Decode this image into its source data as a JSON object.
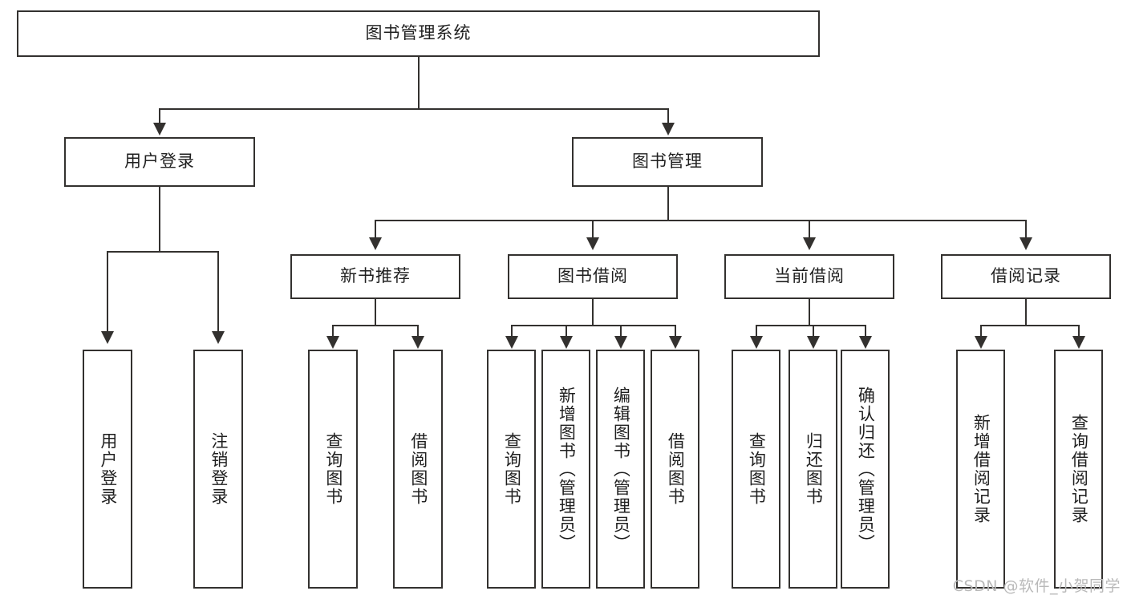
{
  "diagram": {
    "type": "tree",
    "title": "图书管理系统",
    "root": {
      "label": "图书管理系统"
    },
    "level2": [
      {
        "label": "用户登录"
      },
      {
        "label": "图书管理"
      }
    ],
    "level3": [
      {
        "label": "新书推荐"
      },
      {
        "label": "图书借阅"
      },
      {
        "label": "当前借阅"
      },
      {
        "label": "借阅记录"
      }
    ],
    "leaves": {
      "user_login": [
        {
          "label": "用户登录"
        },
        {
          "label": "注销登录"
        }
      ],
      "new_book_recommend": [
        {
          "label": "查询图书"
        },
        {
          "label": "借阅图书"
        }
      ],
      "book_borrow": [
        {
          "label": "查询图书"
        },
        {
          "label": "新增图书（管理员）"
        },
        {
          "label": "编辑图书（管理员）"
        },
        {
          "label": "借阅图书"
        }
      ],
      "current_borrow": [
        {
          "label": "查询图书"
        },
        {
          "label": "归还图书"
        },
        {
          "label": "确认归还（管理员）"
        }
      ],
      "borrow_record": [
        {
          "label": "新增借阅记录"
        },
        {
          "label": "查询借阅记录"
        }
      ]
    }
  },
  "watermark": {
    "text": "CSDN @软件_小贺同学"
  },
  "colors": {
    "stroke": "#33312f",
    "background": "#ffffff",
    "text": "#1f1f1f",
    "watermark": "#b9b9b9"
  }
}
